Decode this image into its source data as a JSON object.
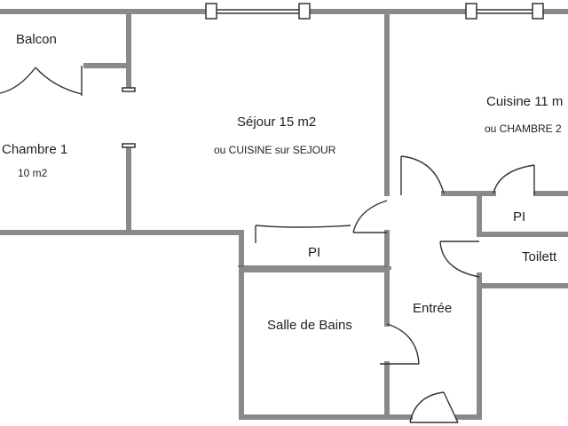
{
  "rooms": {
    "balcon": {
      "name": "Balcon"
    },
    "chambre1": {
      "name": "Chambre  1",
      "area": "10 m2"
    },
    "sejour": {
      "name": "Séjour  15 m2",
      "note": "ou CUISINE sur SEJOUR"
    },
    "cuisine": {
      "name": "Cuisine  11 m",
      "note": "ou CHAMBRE 2"
    },
    "placard1": {
      "name": "PI"
    },
    "placard2": {
      "name": "PI"
    },
    "toilettes": {
      "name": "Toilett"
    },
    "salle_de_bains": {
      "name": "Salle de Bains"
    },
    "entree": {
      "name": "Entrée"
    }
  },
  "colors": {
    "wall": "#8a8a8a",
    "line": "#555555",
    "background": "#ffffff"
  }
}
